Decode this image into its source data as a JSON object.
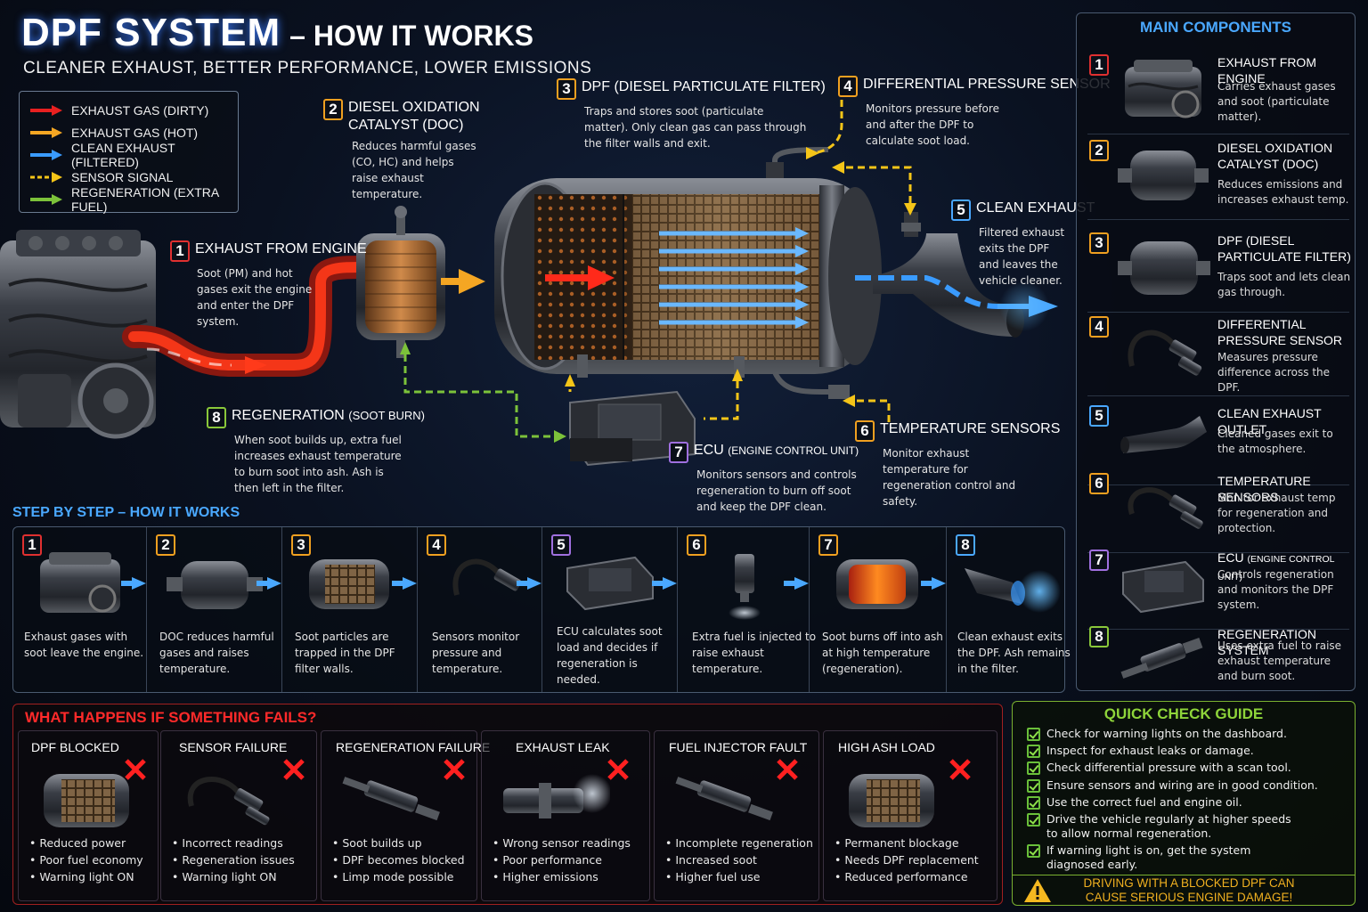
{
  "title": {
    "main": "DPF SYSTEM",
    "suffix": "– HOW IT WORKS",
    "subtitle": "CLEANER EXHAUST, BETTER PERFORMANCE, LOWER EMISSIONS"
  },
  "legend": [
    {
      "label": "EXHAUST GAS (DIRTY)",
      "color": "#e82020",
      "style": "solid"
    },
    {
      "label": "EXHAUST GAS (HOT)",
      "color": "#f5a623",
      "style": "solid"
    },
    {
      "label": "CLEAN EXHAUST (FILTERED)",
      "color": "#3a9bff",
      "style": "solid"
    },
    {
      "label": "SENSOR SIGNAL",
      "color": "#f5c518",
      "style": "dashed"
    },
    {
      "label": "REGENERATION (EXTRA FUEL)",
      "color": "#7cc23a",
      "style": "solid"
    }
  ],
  "callouts": {
    "c1": {
      "num": "1",
      "title": "EXHAUST FROM ENGINE",
      "body": "Soot (PM) and hot gases exit the engine and enter the DPF system."
    },
    "c2": {
      "num": "2",
      "title_l1": "DIESEL OXIDATION",
      "title_l2": "CATALYST (DOC)",
      "body": "Reduces harmful gases (CO, HC) and helps raise exhaust temperature."
    },
    "c3": {
      "num": "3",
      "title": "DPF (DIESEL PARTICULATE FILTER)",
      "body": "Traps and stores soot (particulate matter). Only clean gas can pass through the filter walls and exit."
    },
    "c4": {
      "num": "4",
      "title": "DIFFERENTIAL PRESSURE SENSOR",
      "body": "Monitors pressure before and after the DPF to calculate soot load."
    },
    "c5": {
      "num": "5",
      "title": "CLEAN EXHAUST",
      "body": "Filtered exhaust exits the DPF and leaves the vehicle cleaner."
    },
    "c6": {
      "num": "6",
      "title": "TEMPERATURE SENSORS",
      "body": "Monitor exhaust temperature for regeneration control and safety."
    },
    "c7": {
      "num": "7",
      "title": "ECU",
      "title_small": "(ENGINE CONTROL UNIT)",
      "body": "Monitors sensors and controls regeneration to burn off soot and keep the DPF clean."
    },
    "c8": {
      "num": "8",
      "title": "REGENERATION",
      "title_small": "(SOOT BURN)",
      "body": "When soot builds up, extra fuel increases exhaust temperature to burn soot into ash. Ash is then left in the filter."
    }
  },
  "components": {
    "title": "MAIN COMPONENTS",
    "items": [
      {
        "num": "1",
        "title": "EXHAUST FROM ENGINE",
        "desc": "Carries exhaust gases and soot (particulate matter).",
        "icon": "engine"
      },
      {
        "num": "2",
        "title": "DIESEL OXIDATION CATALYST (DOC)",
        "desc": "Reduces emissions and increases exhaust temp.",
        "icon": "canister"
      },
      {
        "num": "3",
        "title": "DPF (DIESEL PARTICULATE FILTER)",
        "desc": "Traps soot and lets clean gas through.",
        "icon": "canister"
      },
      {
        "num": "4",
        "title": "DIFFERENTIAL PRESSURE SENSOR",
        "desc": "Measures pressure difference across the DPF.",
        "icon": "sensor"
      },
      {
        "num": "5",
        "title": "CLEAN EXHAUST OUTLET",
        "desc": "Cleaned gases exit to the atmosphere.",
        "icon": "pipe"
      },
      {
        "num": "6",
        "title": "TEMPERATURE SENSORS",
        "desc": "Monitor exhaust temp for regeneration and protection.",
        "icon": "sensor"
      },
      {
        "num": "7",
        "title": "ECU",
        "title_small": "(ENGINE CONTROL UNIT)",
        "desc": "Controls regeneration and monitors the DPF system.",
        "icon": "ecu"
      },
      {
        "num": "8",
        "title": "REGENERATION SYSTEM",
        "desc": "Uses extra fuel to raise exhaust temperature and burn soot.",
        "icon": "injector"
      }
    ]
  },
  "steps": {
    "title": "STEP BY STEP – HOW IT WORKS",
    "items": [
      {
        "num": "1",
        "text": "Exhaust gases with soot leave the engine."
      },
      {
        "num": "2",
        "text": "DOC reduces harmful gases and raises temperature."
      },
      {
        "num": "3",
        "text": "Soot particles are trapped in the DPF filter walls."
      },
      {
        "num": "4",
        "text": "Sensors monitor pressure and temperature."
      },
      {
        "num": "5",
        "text": "ECU calculates soot load and decides if regeneration is needed."
      },
      {
        "num": "6",
        "text": "Extra fuel is injected to raise exhaust temperature."
      },
      {
        "num": "7",
        "text": "Soot burns off into ash at high temperature (regeneration)."
      },
      {
        "num": "8",
        "text": "Clean exhaust exits the DPF. Ash remains in the filter."
      }
    ]
  },
  "failures": {
    "title": "WHAT HAPPENS IF SOMETHING FAILS?",
    "items": [
      {
        "title": "DPF BLOCKED",
        "points": [
          "Reduced power",
          "Poor fuel economy",
          "Warning light ON"
        ]
      },
      {
        "title": "SENSOR FAILURE",
        "points": [
          "Incorrect readings",
          "Regeneration issues",
          "Warning light ON"
        ]
      },
      {
        "title": "REGENERATION FAILURE",
        "points": [
          "Soot builds up",
          "DPF becomes blocked",
          "Limp mode possible"
        ]
      },
      {
        "title": "EXHAUST LEAK",
        "points": [
          "Wrong sensor readings",
          "Poor performance",
          "Higher emissions"
        ]
      },
      {
        "title": "FUEL INJECTOR FAULT",
        "points": [
          "Incomplete regeneration",
          "Increased soot",
          "Higher fuel use"
        ]
      },
      {
        "title": "HIGH ASH LOAD",
        "points": [
          "Permanent blockage",
          "Needs DPF replacement",
          "Reduced performance"
        ]
      }
    ]
  },
  "quick_check": {
    "title": "QUICK CHECK GUIDE",
    "items": [
      "Check for warning lights on the dashboard.",
      "Inspect for exhaust leaks or damage.",
      "Check differential pressure with a scan tool.",
      "Ensure sensors and wiring are in good condition.",
      "Use the correct fuel and engine oil.",
      "Drive the vehicle regularly at higher speeds to allow normal regeneration.",
      "If warning light is on, get the system diagnosed early."
    ],
    "warning": "DRIVING WITH A BLOCKED DPF CAN CAUSE SERIOUS ENGINE DAMAGE!"
  }
}
